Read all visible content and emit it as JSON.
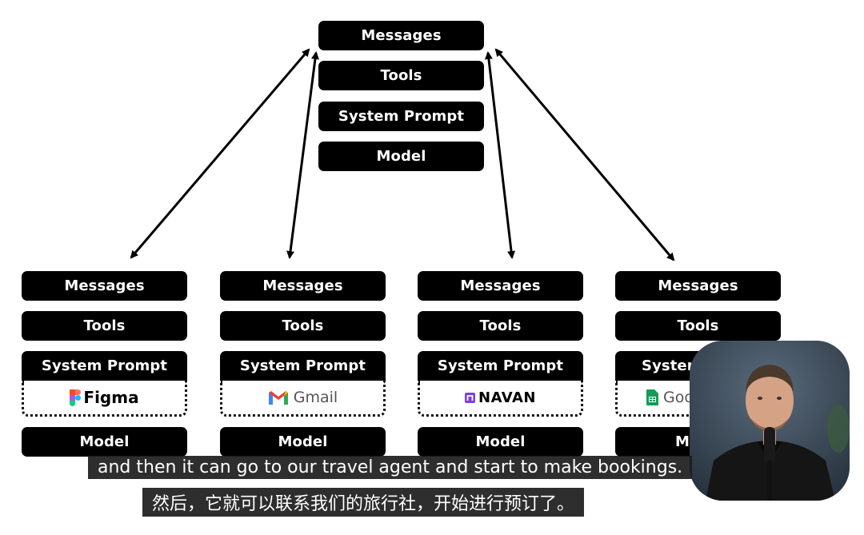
{
  "central": {
    "messages": "Messages",
    "tools": "Tools",
    "system_prompt": "System Prompt",
    "model": "Model"
  },
  "agents": [
    {
      "messages": "Messages",
      "tools": "Tools",
      "system_prompt": "System Prompt",
      "integration": "Figma",
      "integration_icon": "figma-logo-icon",
      "model": "Model"
    },
    {
      "messages": "Messages",
      "tools": "Tools",
      "system_prompt": "System Prompt",
      "integration": "Gmail",
      "integration_icon": "gmail-logo-icon",
      "model": "Model"
    },
    {
      "messages": "Messages",
      "tools": "Tools",
      "system_prompt": "System Prompt",
      "integration": "NAVAN",
      "integration_icon": "navan-logo-icon",
      "model": "Model"
    },
    {
      "messages": "Messages",
      "tools": "Tools",
      "system_prompt": "System",
      "integration": "Goo",
      "integration_icon": "google-sheets-logo-icon",
      "model": "M"
    }
  ],
  "subtitles": {
    "english": "and then it can go to our travel agent and start to make bookings.",
    "chinese": "然后，它就可以联系我们的旅行社，开始进行预订了。"
  },
  "colors": {
    "box": "#000000",
    "caption_bg": "#1c1c1c",
    "background": "#ffffff"
  }
}
